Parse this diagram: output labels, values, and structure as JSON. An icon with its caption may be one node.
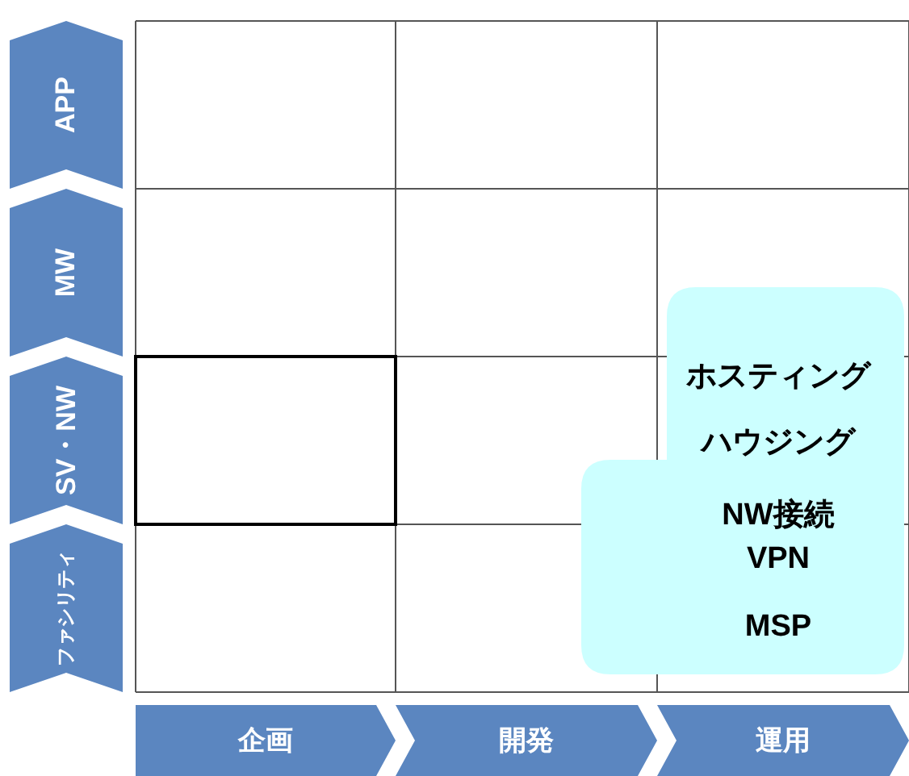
{
  "diagram": {
    "nodes": [
      {
        "text": [
          "APP"
        ]
      },
      {
        "text": [
          "MW"
        ]
      },
      {
        "text": [
          "SV・NW"
        ]
      },
      {
        "text": [
          "ファシリティ"
        ]
      },
      {
        "text": [
          "企画"
        ]
      },
      {
        "text": [
          "開発"
        ]
      },
      {
        "text": [
          "運用"
        ]
      },
      {
        "text": [
          "ホスティング",
          "ハウジング",
          "NW接続 VPN",
          "MSP"
        ]
      }
    ]
  }
}
